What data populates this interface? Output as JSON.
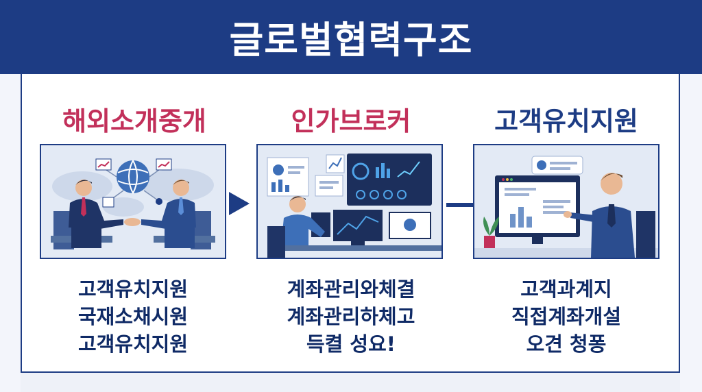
{
  "header": {
    "title": "글로벌협력구조"
  },
  "columns": [
    {
      "title": "해외소개중개",
      "title_color": "#c2305a",
      "lines": [
        "고객유치지원",
        "국재소채시원",
        "고객유치지원"
      ]
    },
    {
      "title": "인가브로커",
      "title_color": "#c2305a",
      "lines": [
        "계좌관리와체결",
        "계좌관리하체고",
        "득켤 성요!"
      ]
    },
    {
      "title": "고객유치지원",
      "title_color": "#1d3c84",
      "lines": [
        "고객과계지",
        "직접계좌개설",
        "오견 청퐁"
      ]
    }
  ],
  "colors": {
    "navy": "#1d3c84",
    "accent_red": "#c2305a",
    "panel_bg": "#e6ecf6"
  }
}
